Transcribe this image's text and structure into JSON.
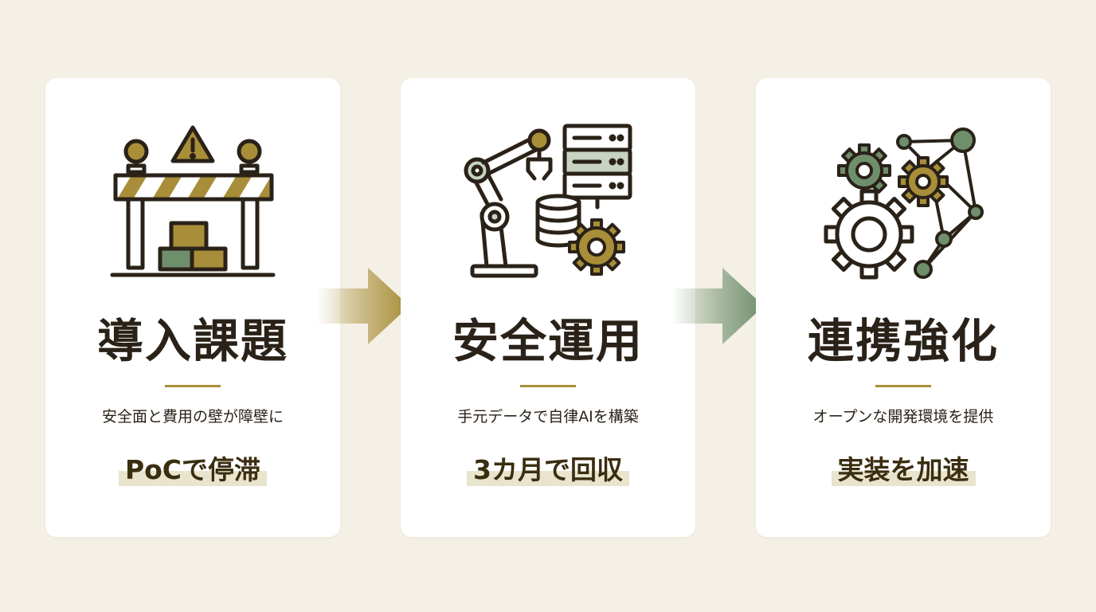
{
  "colors": {
    "background": "#f4f0e6",
    "card": "#ffffff",
    "ink": "#2a2218",
    "gold": "#a88e38",
    "green": "#6f8f6c",
    "highlight": "#e9e4cd"
  },
  "cards": [
    {
      "icon": "roadblock-barrier-icon",
      "title": "導入課題",
      "subtitle": "安全面と費用の壁が障壁に",
      "highlight": "PoCで停滞"
    },
    {
      "icon": "robot-arm-server-database-icon",
      "title": "安全運用",
      "subtitle": "手元データで自律AIを構築",
      "highlight": "3カ月で回収"
    },
    {
      "icon": "gears-network-icon",
      "title": "連携強化",
      "subtitle": "オープンな開発環境を提供",
      "highlight": "実装を加速"
    }
  ],
  "arrows": [
    {
      "icon": "right-arrow-icon",
      "color": "#a88e38"
    },
    {
      "icon": "right-arrow-icon",
      "color": "#6f8f6c"
    }
  ]
}
